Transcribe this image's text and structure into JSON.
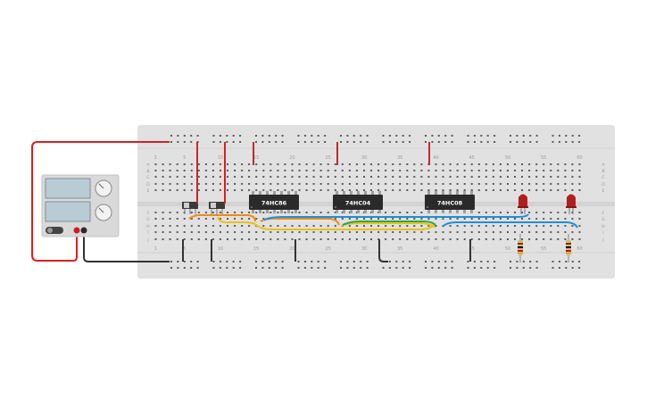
{
  "chips": [
    {
      "id": "chip-74hc86",
      "label": "74HC86"
    },
    {
      "id": "chip-74hc04",
      "label": "74HC04"
    },
    {
      "id": "chip-74hc08",
      "label": "74HC08"
    }
  ],
  "breadboard": {
    "column_numbers": [
      "1",
      "5",
      "10",
      "15",
      "20",
      "25",
      "30",
      "35",
      "40",
      "45",
      "50",
      "55",
      "60"
    ],
    "row_letters_top": [
      "A",
      "B",
      "C",
      "D",
      "E"
    ],
    "row_letters_bottom": [
      "F",
      "G",
      "H",
      "I",
      "J"
    ]
  },
  "colors": {
    "board": "#e1e1e1",
    "hole": "#5a5a5a",
    "red_wire": "#d42121",
    "black_wire": "#333333",
    "orange_wire": "#f08a16",
    "yellow_wire": "#e7c31c",
    "green_wire": "#2fa84a",
    "blue_wire": "#1e8fd6",
    "chip_body": "#2a2a2a",
    "led": "#b01f1f",
    "power_supply": "#d9d9d9",
    "lcd": "#b9ccd6"
  },
  "icons": {
    "power_supply": "bench-power-supply-icon",
    "switch": "slide-switch-icon",
    "led": "led-icon",
    "resistor": "resistor-icon"
  }
}
